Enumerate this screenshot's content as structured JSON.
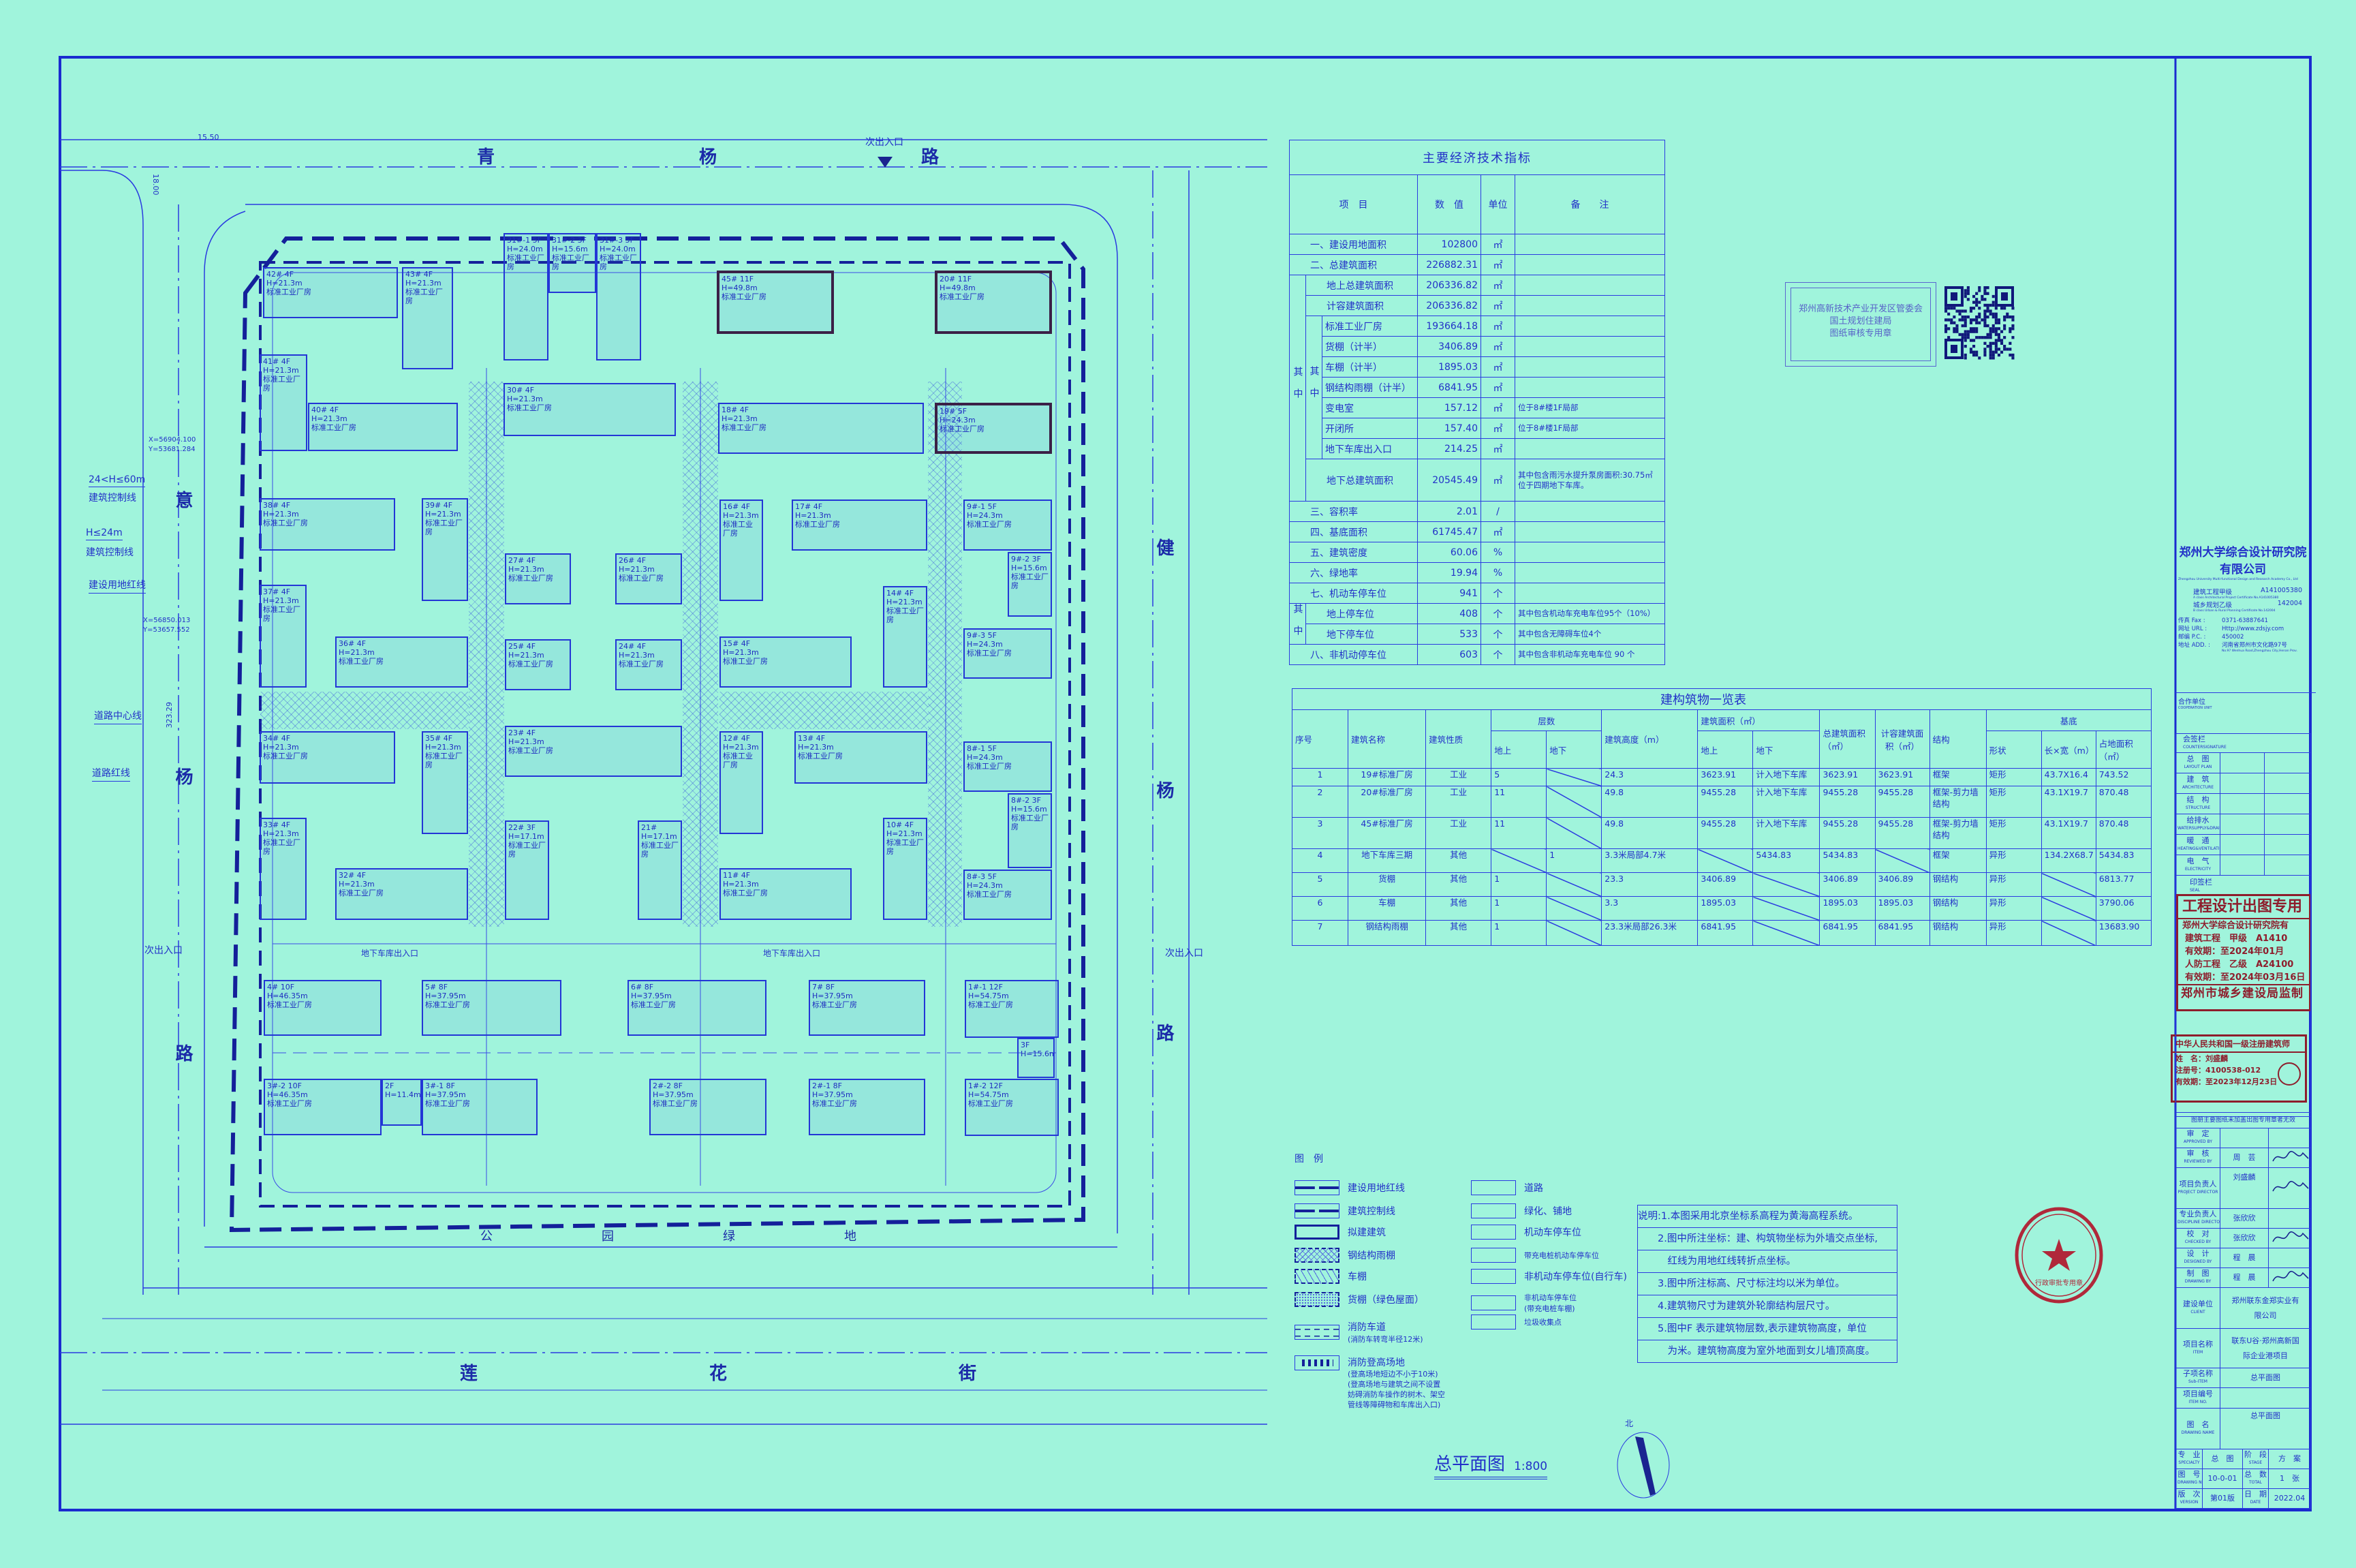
{
  "site": {
    "roads": {
      "north": "青杨路",
      "south": "莲花街",
      "west": "意杨路",
      "east": "健杨路"
    },
    "park": "公园绿地",
    "entrances": {
      "north": "次出入口",
      "west": "次出入口",
      "east": "次出入口"
    },
    "garage_entries": [
      "地下车库出入口",
      "地下车库出入口"
    ],
    "annotations": [
      "24<H≤60m",
      "建筑控制线",
      "H≤24m",
      "建筑控制线",
      "建设用地红线",
      "道路中心线",
      "道路红线"
    ],
    "coords": [
      "X=56904.100",
      "Y=53681.284",
      "X=56850.013",
      "Y=53657.552"
    ],
    "dims": [
      "15.50",
      "18.00",
      "323.29"
    ],
    "buildings": [
      {
        "name": "42# 4F",
        "h": "H=21.3m",
        "use": "标准工业厂房"
      },
      {
        "name": "43# 4F",
        "h": "H=21.3m",
        "use": "标准工业厂房"
      },
      {
        "name": "31#-1 5F",
        "h": "H=24.0m",
        "use": "标准工业厂房"
      },
      {
        "name": "31#-2 3F",
        "h": "H=15.6m",
        "use": "标准工业厂房"
      },
      {
        "name": "31#-3 5F",
        "h": "H=24.0m",
        "use": "标准工业厂房"
      },
      {
        "name": "45# 11F",
        "h": "H=49.8m",
        "use": "标准工业厂房"
      },
      {
        "name": "20# 11F",
        "h": "H=49.8m",
        "use": "标准工业厂房"
      },
      {
        "name": "41# 4F",
        "h": "H=21.3m",
        "use": "标准工业厂房"
      },
      {
        "name": "40# 4F",
        "h": "H=21.3m",
        "use": "标准工业厂房"
      },
      {
        "name": "30# 4F",
        "h": "H=21.3m",
        "use": "标准工业厂房"
      },
      {
        "name": "18# 4F",
        "h": "H=21.3m",
        "use": "标准工业厂房"
      },
      {
        "name": "19# 5F",
        "h": "H=24.3m",
        "use": "标准工业厂房"
      },
      {
        "name": "38# 4F",
        "h": "H=21.3m",
        "use": "标准工业厂房"
      },
      {
        "name": "39# 4F",
        "h": "H=21.3m",
        "use": "标准工业厂房"
      },
      {
        "name": "37# 4F",
        "h": "H=21.3m",
        "use": "标准工业厂房"
      },
      {
        "name": "36# 4F",
        "h": "H=21.3m",
        "use": "标准工业厂房"
      },
      {
        "name": "27# 4F",
        "h": "H=21.3m",
        "use": "标准工业厂房"
      },
      {
        "name": "26# 4F",
        "h": "H=21.3m",
        "use": "标准工业厂房"
      },
      {
        "name": "25# 4F",
        "h": "H=21.3m",
        "use": "标准工业厂房"
      },
      {
        "name": "24# 4F",
        "h": "H=21.3m",
        "use": "标准工业厂房"
      },
      {
        "name": "16# 4F",
        "h": "H=21.3m",
        "use": "标准工业厂房"
      },
      {
        "name": "17# 4F",
        "h": "H=21.3m",
        "use": "标准工业厂房"
      },
      {
        "name": "14# 4F",
        "h": "H=21.3m",
        "use": "标准工业厂房"
      },
      {
        "name": "15# 4F",
        "h": "H=21.3m",
        "use": "标准工业厂房"
      },
      {
        "name": "9#-1 5F",
        "h": "H=24.3m",
        "use": "标准工业厂房"
      },
      {
        "name": "9#-2 3F",
        "h": "H=15.6m",
        "use": "标准工业厂房"
      },
      {
        "name": "9#-3 5F",
        "h": "H=24.3m",
        "use": "标准工业厂房"
      },
      {
        "name": "34# 4F",
        "h": "H=21.3m",
        "use": "标准工业厂房"
      },
      {
        "name": "35# 4F",
        "h": "H=21.3m",
        "use": "标准工业厂房"
      },
      {
        "name": "33# 4F",
        "h": "H=21.3m",
        "use": "标准工业厂房"
      },
      {
        "name": "32# 4F",
        "h": "H=21.3m",
        "use": "标准工业厂房"
      },
      {
        "name": "23# 4F",
        "h": "H=21.3m",
        "use": "标准工业厂房"
      },
      {
        "name": "22# 3F",
        "h": "H=17.1m",
        "use": "标准工业厂房"
      },
      {
        "name": "21#",
        "h": "H=17.1m",
        "use": "标准工业厂房"
      },
      {
        "name": "12# 4F",
        "h": "H=21.3m",
        "use": "标准工业厂房"
      },
      {
        "name": "13# 4F",
        "h": "H=21.3m",
        "use": "标准工业厂房"
      },
      {
        "name": "10# 4F",
        "h": "H=21.3m",
        "use": "标准工业厂房"
      },
      {
        "name": "11# 4F",
        "h": "H=21.3m",
        "use": "标准工业厂房"
      },
      {
        "name": "8#-1 5F",
        "h": "H=24.3m",
        "use": "标准工业厂房"
      },
      {
        "name": "8#-2 3F",
        "h": "H=15.6m",
        "use": "标准工业厂房"
      },
      {
        "name": "8#-3 5F",
        "h": "H=24.3m",
        "use": "标准工业厂房"
      },
      {
        "name": "4# 10F",
        "h": "H=46.35m",
        "use": "标准工业厂房"
      },
      {
        "name": "5# 8F",
        "h": "H=37.95m",
        "use": "标准工业厂房"
      },
      {
        "name": "6# 8F",
        "h": "H=37.95m",
        "use": "标准工业厂房"
      },
      {
        "name": "7# 8F",
        "h": "H=37.95m",
        "use": "标准工业厂房"
      },
      {
        "name": "1#-1 12F",
        "h": "H=54.75m",
        "use": "标准工业厂房"
      },
      {
        "name": "3F",
        "h": "H=15.6m",
        "use": ""
      },
      {
        "name": "1#-2 12F",
        "h": "H=54.75m",
        "use": "标准工业厂房"
      },
      {
        "name": "3#-2 10F",
        "h": "H=46.35m",
        "use": "标准工业厂房"
      },
      {
        "name": "2F",
        "h": "H=11.4m",
        "use": ""
      },
      {
        "name": "3#-1 8F",
        "h": "H=37.95m",
        "use": "标准工业厂房"
      },
      {
        "name": "2#-2 8F",
        "h": "H=37.95m",
        "use": "标准工业厂房"
      },
      {
        "name": "2#-1 8F",
        "h": "H=37.95m",
        "use": "标准工业厂房"
      }
    ]
  },
  "econ": {
    "title": "主要经济技术指标",
    "headers": [
      "项　目",
      "数　值",
      "单位",
      "备　　注"
    ],
    "group_label": "其中",
    "rows": [
      {
        "label": "一、建设用地面积",
        "value": "102800",
        "unit": "㎡",
        "note": ""
      },
      {
        "label": "二、总建筑面积",
        "value": "226882.31",
        "unit": "㎡",
        "note": ""
      },
      {
        "label": "地上总建筑面积",
        "value": "206336.82",
        "unit": "㎡",
        "note": ""
      },
      {
        "label": "计容建筑面积",
        "value": "206336.82",
        "unit": "㎡",
        "note": ""
      },
      {
        "label": "标准工业厂房",
        "value": "193664.18",
        "unit": "㎡",
        "note": ""
      },
      {
        "label": "货棚（计半）",
        "value": "3406.89",
        "unit": "㎡",
        "note": ""
      },
      {
        "label": "车棚（计半）",
        "value": "1895.03",
        "unit": "㎡",
        "note": ""
      },
      {
        "label": "钢结构雨棚（计半）",
        "value": "6841.95",
        "unit": "㎡",
        "note": ""
      },
      {
        "label": "变电室",
        "value": "157.12",
        "unit": "㎡",
        "note": "位于8#楼1F局部"
      },
      {
        "label": "开闭所",
        "value": "157.40",
        "unit": "㎡",
        "note": "位于8#楼1F局部"
      },
      {
        "label": "地下车库出入口",
        "value": "214.25",
        "unit": "㎡",
        "note": ""
      },
      {
        "label": "地下总建筑面积",
        "value": "20545.49",
        "unit": "㎡",
        "note": "其中包含雨污水提升泵房面积:30.75㎡ 位于四期地下车库。"
      },
      {
        "label": "三、容积率",
        "value": "2.01",
        "unit": "/",
        "note": ""
      },
      {
        "label": "四、基底面积",
        "value": "61745.47",
        "unit": "㎡",
        "note": ""
      },
      {
        "label": "五、建筑密度",
        "value": "60.06",
        "unit": "%",
        "note": ""
      },
      {
        "label": "六、绿地率",
        "value": "19.94",
        "unit": "%",
        "note": ""
      },
      {
        "label": "七、机动车停车位",
        "value": "941",
        "unit": "个",
        "note": ""
      },
      {
        "label": "地上停车位",
        "value": "408",
        "unit": "个",
        "note": "其中包含机动车充电车位95个（10%）"
      },
      {
        "label": "地下停车位",
        "value": "533",
        "unit": "个",
        "note": "其中包含无障碍车位4个"
      },
      {
        "label": "八、非机动停车位",
        "value": "603",
        "unit": "个",
        "note": "其中包含非机动车充电车位 90 个"
      }
    ]
  },
  "bldg_table": {
    "title": "建构筑物一览表",
    "h": {
      "no": "序号",
      "name": "建筑名称",
      "type": "建筑性质",
      "floors": "层数",
      "above": "地上",
      "below": "地下",
      "height": "建筑高度（m）",
      "area": "建筑面积（㎡）",
      "a_above": "地上",
      "a_below": "地下",
      "total": "总建筑面积（㎡）",
      "far": "计容建筑面积（㎡）",
      "structure": "结构",
      "base": "基底",
      "shape": "形状",
      "dims": "长×宽（m）",
      "footprint": "占地面积（㎡）"
    },
    "rows": [
      [
        "1",
        "19#标准厂房",
        "工业",
        "5",
        null,
        "24.3",
        "3623.91",
        "计入地下车库",
        "3623.91",
        "3623.91",
        "框架",
        "矩形",
        "43.7X16.4",
        "743.52"
      ],
      [
        "2",
        "20#标准厂房",
        "工业",
        "11",
        null,
        "49.8",
        "9455.28",
        "计入地下车库",
        "9455.28",
        "9455.28",
        "框架-剪力墙结构",
        "矩形",
        "43.1X19.7",
        "870.48"
      ],
      [
        "3",
        "45#标准厂房",
        "工业",
        "11",
        null,
        "49.8",
        "9455.28",
        "计入地下车库",
        "9455.28",
        "9455.28",
        "框架-剪力墙结构",
        "矩形",
        "43.1X19.7",
        "870.48"
      ],
      [
        "4",
        "地下车库三期",
        "其他",
        null,
        "1",
        "3.3米局部4.7米",
        null,
        "5434.83",
        "5434.83",
        null,
        "框架",
        "异形",
        "134.2X68.7",
        "5434.83"
      ],
      [
        "5",
        "货棚",
        "其他",
        "1",
        null,
        "23.3",
        "3406.89",
        null,
        "3406.89",
        "3406.89",
        "钢结构",
        "异形",
        null,
        "6813.77"
      ],
      [
        "6",
        "车棚",
        "其他",
        "1",
        null,
        "3.3",
        "1895.03",
        null,
        "1895.03",
        "1895.03",
        "钢结构",
        "异形",
        null,
        "3790.06"
      ],
      [
        "7",
        "钢结构雨棚",
        "其他",
        "1",
        null,
        "23.3米局部26.3米",
        "6841.95",
        null,
        "6841.95",
        "6841.95",
        "钢结构",
        "异形",
        null,
        "13683.90"
      ]
    ]
  },
  "legend": {
    "title": "图　例",
    "left": [
      "建设用地红线",
      "建筑控制线",
      "拟建建筑",
      "钢结构雨棚",
      "车棚",
      "货棚（绿色屋面）",
      "消防车道",
      "消防登高场地"
    ],
    "fire_lane_sub": "(消防车转弯半径12米)",
    "fire_site_sub": [
      "(登高场地短边不小于10米)",
      "(登高场地与建筑之间不设置",
      "妨碍消防车操作的树木、架空",
      "管线等障碍物和车库出入口)"
    ],
    "right": [
      "道路",
      "绿化、铺地",
      "机动车停车位",
      "带充电桩机动车停车位",
      "非机动车停车位(自行车)",
      "非机动车停车位",
      "垃圾收集点"
    ],
    "right_sub": "(带充电桩车棚)"
  },
  "notes": [
    "说明:1.本图采用北京坐标系高程为黄海高程系统。",
    "　　2.图中所注坐标：建、构筑物坐标为外墙交点坐标,",
    "　　　红线为用地红线转折点坐标。",
    "　　3.图中所注标高、尺寸标注均以米为单位。",
    "　　4.建筑物尺寸为建筑外轮廓结构层尺寸。",
    "　　5.图中F 表示建筑物层数,表示建筑物高度，单位",
    "　　　为米。建筑物高度为室外地面到女儿墙顶高度。"
  ],
  "drawing_title": "总平面图",
  "scale": "1:800",
  "north": "北",
  "review_stamp": [
    "郑州高新技术产业开发区管委会",
    "国土规划住建局",
    "图纸审核专用章"
  ],
  "design_stamp": {
    "title": "工程设计出图专用",
    "company": "郑州大学综合设计研究院有",
    "l1": "建筑工程　甲级　A1410",
    "l2": "有效期：至2024年01月",
    "l3": "人防工程　乙级　A24100",
    "l4": "有效期：至2024年03月16日",
    "footer": "郑州市城乡建设局监制"
  },
  "architect_stamp": {
    "title": "中华人民共和国一级注册建筑师",
    "name": "姓　名：刘盛麟",
    "reg": "注册号：4100538-012",
    "valid": "有效期：至2023年12月23日"
  },
  "round_seal": "行政审批专用章",
  "title_block": {
    "company_cn": [
      "郑州大学综合设计研究院",
      "有限公司"
    ],
    "company_en": "Zhengzhou University Multi-functional Design and Research Academy Co., Ltd",
    "certs": [
      {
        "label": "建筑工程甲级",
        "no": "A141005380",
        "en": "A class Architectural Project Certificate No.A141005380"
      },
      {
        "label": "城乡规划乙级",
        "no": "142004",
        "en": "B class Urban & Rural Planning Certificate No.142004"
      }
    ],
    "contact": [
      {
        "label": "传真 Fax :",
        "value": "0371-63887641"
      },
      {
        "label": "网址 URL :",
        "value": "Http://www.zdsjy.com"
      },
      {
        "label": "邮编 P.C. :",
        "value": "450002"
      },
      {
        "label": "地址 ADD. :",
        "value": "河南省郑州市文化路97号"
      }
    ],
    "address_en": "No.97 Wenhua Road,Zhengzhou City,Henan Prov.",
    "coop": {
      "cn": "合作单位",
      "en": "COOPERATION UNIT"
    },
    "countersign": {
      "cn": "会签栏",
      "en": "COUNTERSIGNATURE",
      "rows": [
        {
          "cn": "总　图",
          "en": "LAYOUT PLAN"
        },
        {
          "cn": "建　筑",
          "en": "ARCHITECTURE"
        },
        {
          "cn": "结　构",
          "en": "STRUCTURE"
        },
        {
          "cn": "给排水",
          "en": "WATERSUPPLY&DRAINAGE"
        },
        {
          "cn": "暖　通",
          "en": "HEATING&VENTILATION"
        },
        {
          "cn": "电　气",
          "en": "ELECTRICITY"
        }
      ]
    },
    "seal": {
      "cn": "印签栏",
      "en": "SEAL"
    },
    "warning": "图册主要图纸未加盖出图专用章者无效",
    "staff": [
      {
        "cn": "审　定",
        "en": "APPROVED BY"
      },
      {
        "cn": "审　核",
        "en": "REVIEWED BY",
        "name": "周　芸"
      },
      {
        "cn": "项目负责人",
        "en": "PROJECT DIRECTOR",
        "name": "刘盛麟"
      },
      {
        "cn": "专业负责人",
        "en": "DISCIPLINE DIRECTOR",
        "name": "张欣欣"
      },
      {
        "cn": "校　对",
        "en": "CHECKED BY",
        "name": "张欣欣"
      },
      {
        "cn": "设　计",
        "en": "DESIGNED BY",
        "name": "程　晨"
      },
      {
        "cn": "制　图",
        "en": "DRAWING BY",
        "name": "程　晨"
      }
    ],
    "project": [
      {
        "cn": "建设单位",
        "en": "CLIENT",
        "value": "郑州联东金郑实业有限公司"
      },
      {
        "cn": "项目名称",
        "en": "ITEM",
        "value": "联东U谷·郑州高新国际企业港项目"
      },
      {
        "cn": "子项名称",
        "en": "Sub-ITEM",
        "value": "总平面图"
      },
      {
        "cn": "项目编号",
        "en": "ITEM NO."
      },
      {
        "cn": "图　名",
        "en": "DRAWING NAME",
        "value": "总平面图"
      }
    ],
    "meta": [
      {
        "cn": "专　业",
        "en": "SPECIALTY",
        "value": "总　图",
        "cn2": "阶　段",
        "en2": "STAGE",
        "value2": "方　案"
      },
      {
        "cn": "图　号",
        "en": "DRAWING NO.",
        "value": "10-0-01",
        "cn2": "总　数",
        "en2": "TOTAL",
        "value2": "1　张"
      },
      {
        "cn": "版　次",
        "en": "VERSION",
        "value": "第01版",
        "cn2": "日　期",
        "en2": "DATE",
        "value2": "2022.04"
      }
    ]
  },
  "colors": {
    "background": "#a0f4dc",
    "line": "#2a3be0",
    "stamp_red": "#8e1d2c"
  }
}
